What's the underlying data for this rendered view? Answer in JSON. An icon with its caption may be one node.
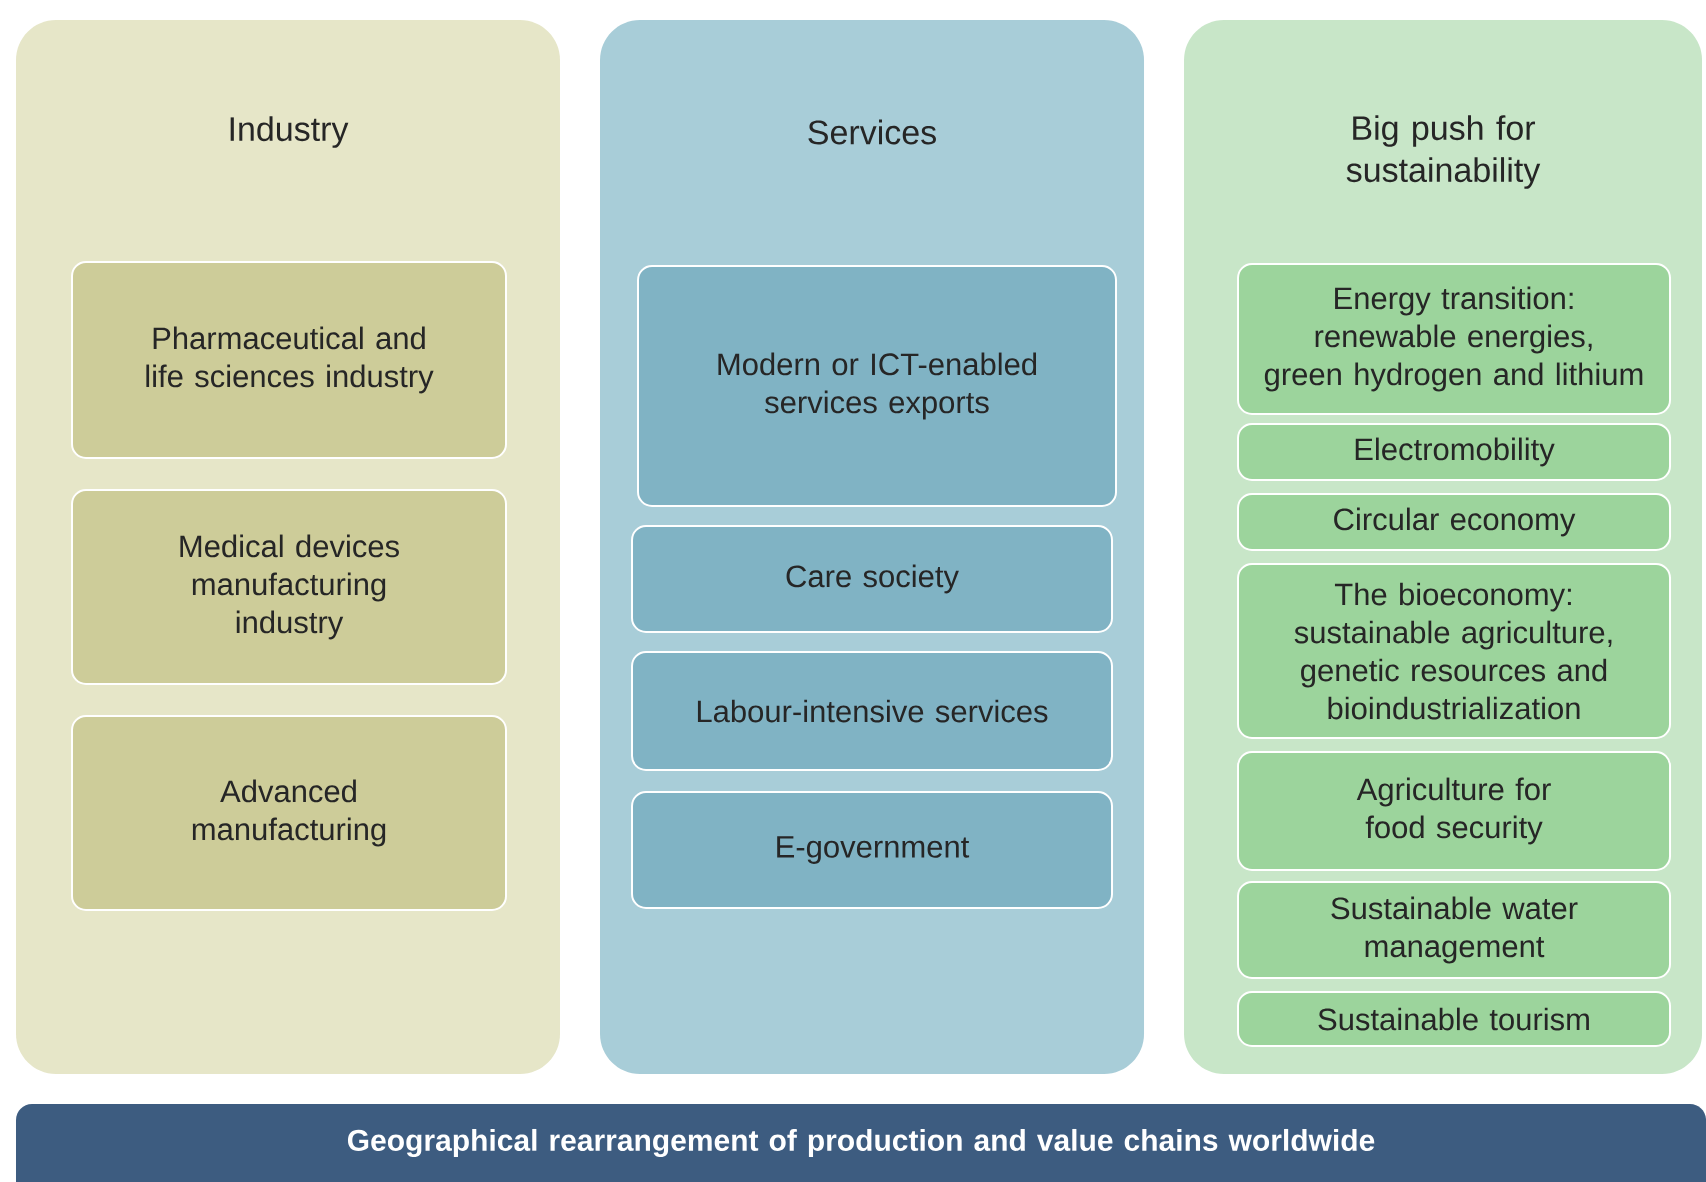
{
  "diagram": {
    "nodes": [
      {
        "text": [
          "Industry"
        ]
      },
      {
        "text": [
          "Pharmaceutical and life sciences industry"
        ],
        "in": 0
      },
      {
        "text": [
          "Medical devices manufacturing industry"
        ],
        "in": 0
      },
      {
        "text": [
          "Advanced manufacturing"
        ],
        "in": 0
      },
      {
        "text": [
          "Services"
        ]
      },
      {
        "text": [
          "Modern or ICT-enabled services exports"
        ],
        "in": 4
      },
      {
        "text": [
          "Care society"
        ],
        "in": 4
      },
      {
        "text": [
          "Labour-intensive services"
        ],
        "in": 4
      },
      {
        "text": [
          "E-government"
        ],
        "in": 4
      },
      {
        "text": [
          "Big push for sustainability"
        ]
      },
      {
        "text": [
          "Energy transition: renewable energies, green hydrogen and lithium"
        ],
        "in": 9
      },
      {
        "text": [
          "Electromobility"
        ],
        "in": 9
      },
      {
        "text": [
          "Circular economy"
        ],
        "in": 9
      },
      {
        "text": [
          "The bioeconomy: sustainable agriculture, genetic resources and bioindustrialization"
        ],
        "in": 9
      },
      {
        "text": [
          "Agriculture for food security"
        ],
        "in": 9
      },
      {
        "text": [
          "Sustainable water management"
        ],
        "in": 9
      },
      {
        "text": [
          "Sustainable tourism"
        ],
        "in": 9
      },
      {
        "text": [
          "Geographical rearrangement of production and value chains worldwide"
        ]
      }
    ]
  }
}
